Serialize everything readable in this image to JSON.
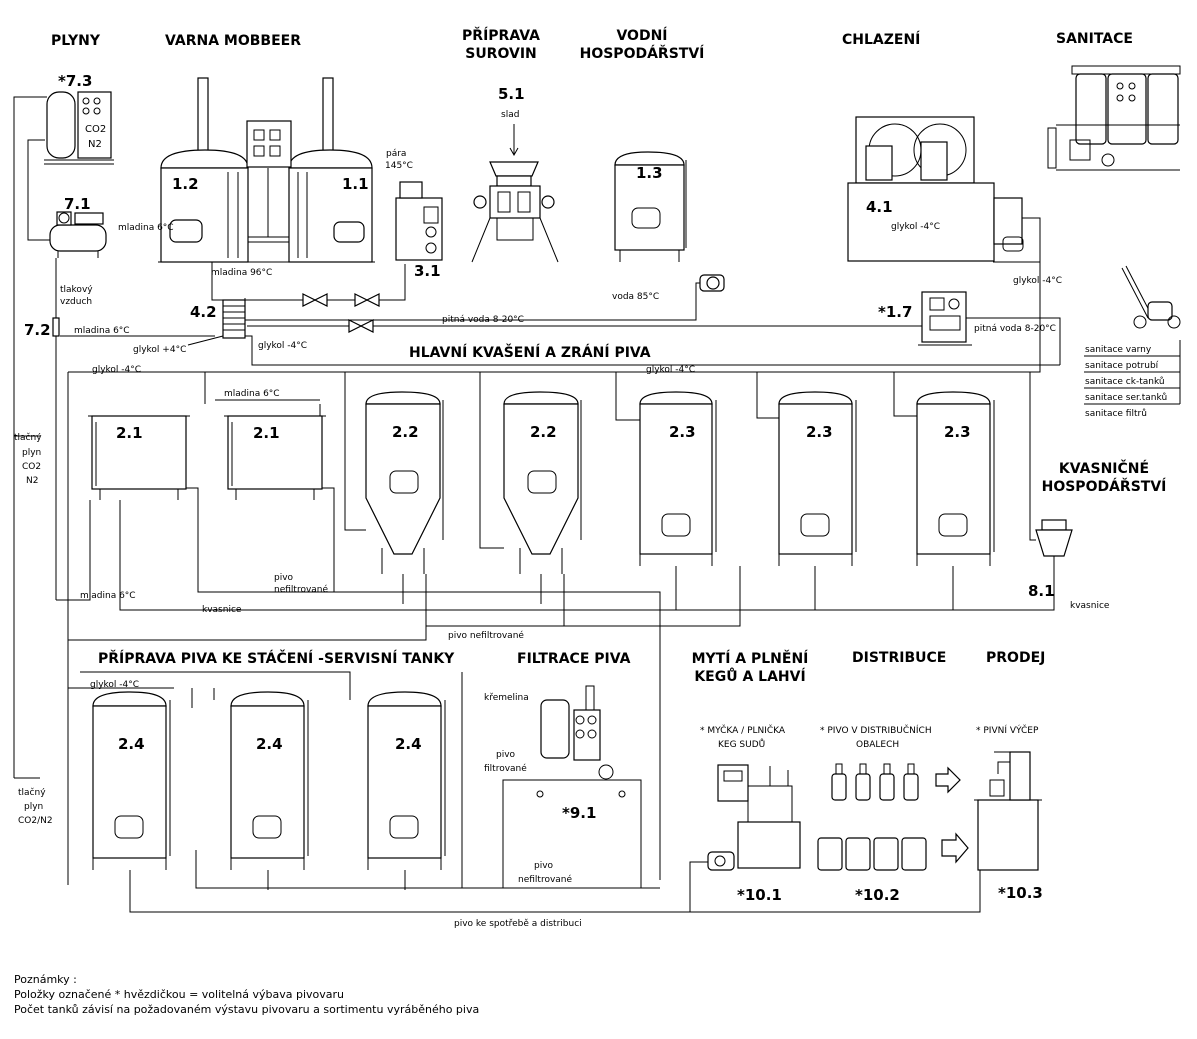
{
  "sections": {
    "plyny": "PLYNY",
    "varna": "VARNA MOBBEER",
    "priprava_1": "PŘÍPRAVA",
    "priprava_2": "SUROVIN",
    "vodni_1": "VODNÍ",
    "vodni_2": "HOSPODÁŘSTVÍ",
    "chlazeni": "CHLAZENÍ",
    "sanitace": "SANITACE",
    "hlavni": "HLAVNÍ KVAŠENÍ A ZRÁNÍ PIVA",
    "kvasnicne_1": "KVASNIČNÉ",
    "kvasnicne_2": "HOSPODÁŘSTVÍ",
    "servisni": "PŘÍPRAVA PIVA KE STÁČENÍ -SERVISNÍ TANKY",
    "filtrace": "FILTRACE PIVA",
    "myti_1": "MYTÍ A PLNĚNÍ",
    "myti_2": "KEGŮ A LAHVÍ",
    "distribuce": "DISTRIBUCE",
    "prodej": "PRODEJ"
  },
  "equipment": {
    "e73": "*7.3",
    "e71": "7.1",
    "e72": "7.2",
    "e12": "1.2",
    "e11": "1.1",
    "e31": "3.1",
    "e51": "5.1",
    "e13": "1.3",
    "e41": "4.1",
    "e17": "*1.7",
    "e42": "4.2",
    "e21": "2.1",
    "e22": "2.2",
    "e23": "2.3",
    "e24": "2.4",
    "e81": "8.1",
    "e91": "*9.1",
    "e101": "*10.1",
    "e102": "*10.2",
    "e103": "*10.3"
  },
  "labels": {
    "co2": "CO2",
    "n2": "N2",
    "mladina6": "mladina 6°C",
    "mladina96": "mladina 96°C",
    "para": "pára",
    "para_t": "145°C",
    "slad": "slad",
    "voda85": "voda 85°C",
    "glykol_m4": "glykol -4°C",
    "glykol_p4": "glykol +4°C",
    "pitna": "pitná voda 8-20°C",
    "tlakovy_1": "tlakový",
    "tlakovy_2": "vzduch",
    "tlacny_1": "tlačný",
    "tlacny_2": "plyn",
    "tlacny_co2": "CO2",
    "tlacny_n2": "N2",
    "tlacny_co2n2": "CO2/N2",
    "pivo": "pivo",
    "nefiltrovane": "nefiltrované",
    "pivo_nefiltrovane": "pivo nefiltrované",
    "kvasnice": "kvasnice",
    "kremelina": "křemelina",
    "filtrovane": "filtrované",
    "spotreba": "pivo ke spotřebě a distribuci",
    "myčka_1": "* MYČKA / PLNIČKA",
    "myčka_2": "KEG SUDŮ",
    "obaly_1": "* PIVO V DISTRIBUČNÍCH",
    "obaly_2": "OBALECH",
    "vycep": "* PIVNÍ VÝČEP",
    "san": [
      "sanitace varny",
      "sanitace potrubí",
      "sanitace ck-tanků",
      "sanitace ser.tanků",
      "sanitace filtrů"
    ]
  },
  "notes": {
    "title": "Poznámky :",
    "line1": "Položky označené * hvězdičkou = volitelná výbava pivovaru",
    "line2": "Počet tanků závisí na požadovaném výstavu pivovaru a sortimentu vyráběného piva"
  }
}
